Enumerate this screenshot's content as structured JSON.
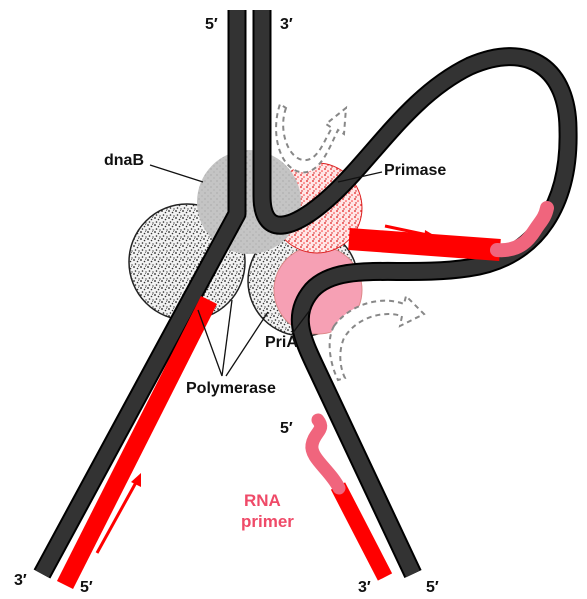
{
  "labels": {
    "top_5": "5′",
    "top_3": "3′",
    "dnaB": "dnaB",
    "primase": "Primase",
    "pria": "PriA",
    "polymerase": "Polymerase",
    "lagging_5": "5′",
    "rna": "RNA",
    "primer": "primer",
    "bottom_left_3": "3′",
    "bottom_left_5": "5′",
    "bottom_right_3": "3′",
    "bottom_right_5": "5′"
  },
  "colors": {
    "dna": "#333333",
    "new_strand": "#ff0000",
    "rna_primer": "#f0657d",
    "rna_label": "#ef4a68",
    "dnaB": "#b3b3b3",
    "arrow_outline": "#888888"
  },
  "icons": {
    "rotation_arrows": "curved-dashed-arrow-icon",
    "synthesis_arrows": "red-arrow-icon"
  }
}
